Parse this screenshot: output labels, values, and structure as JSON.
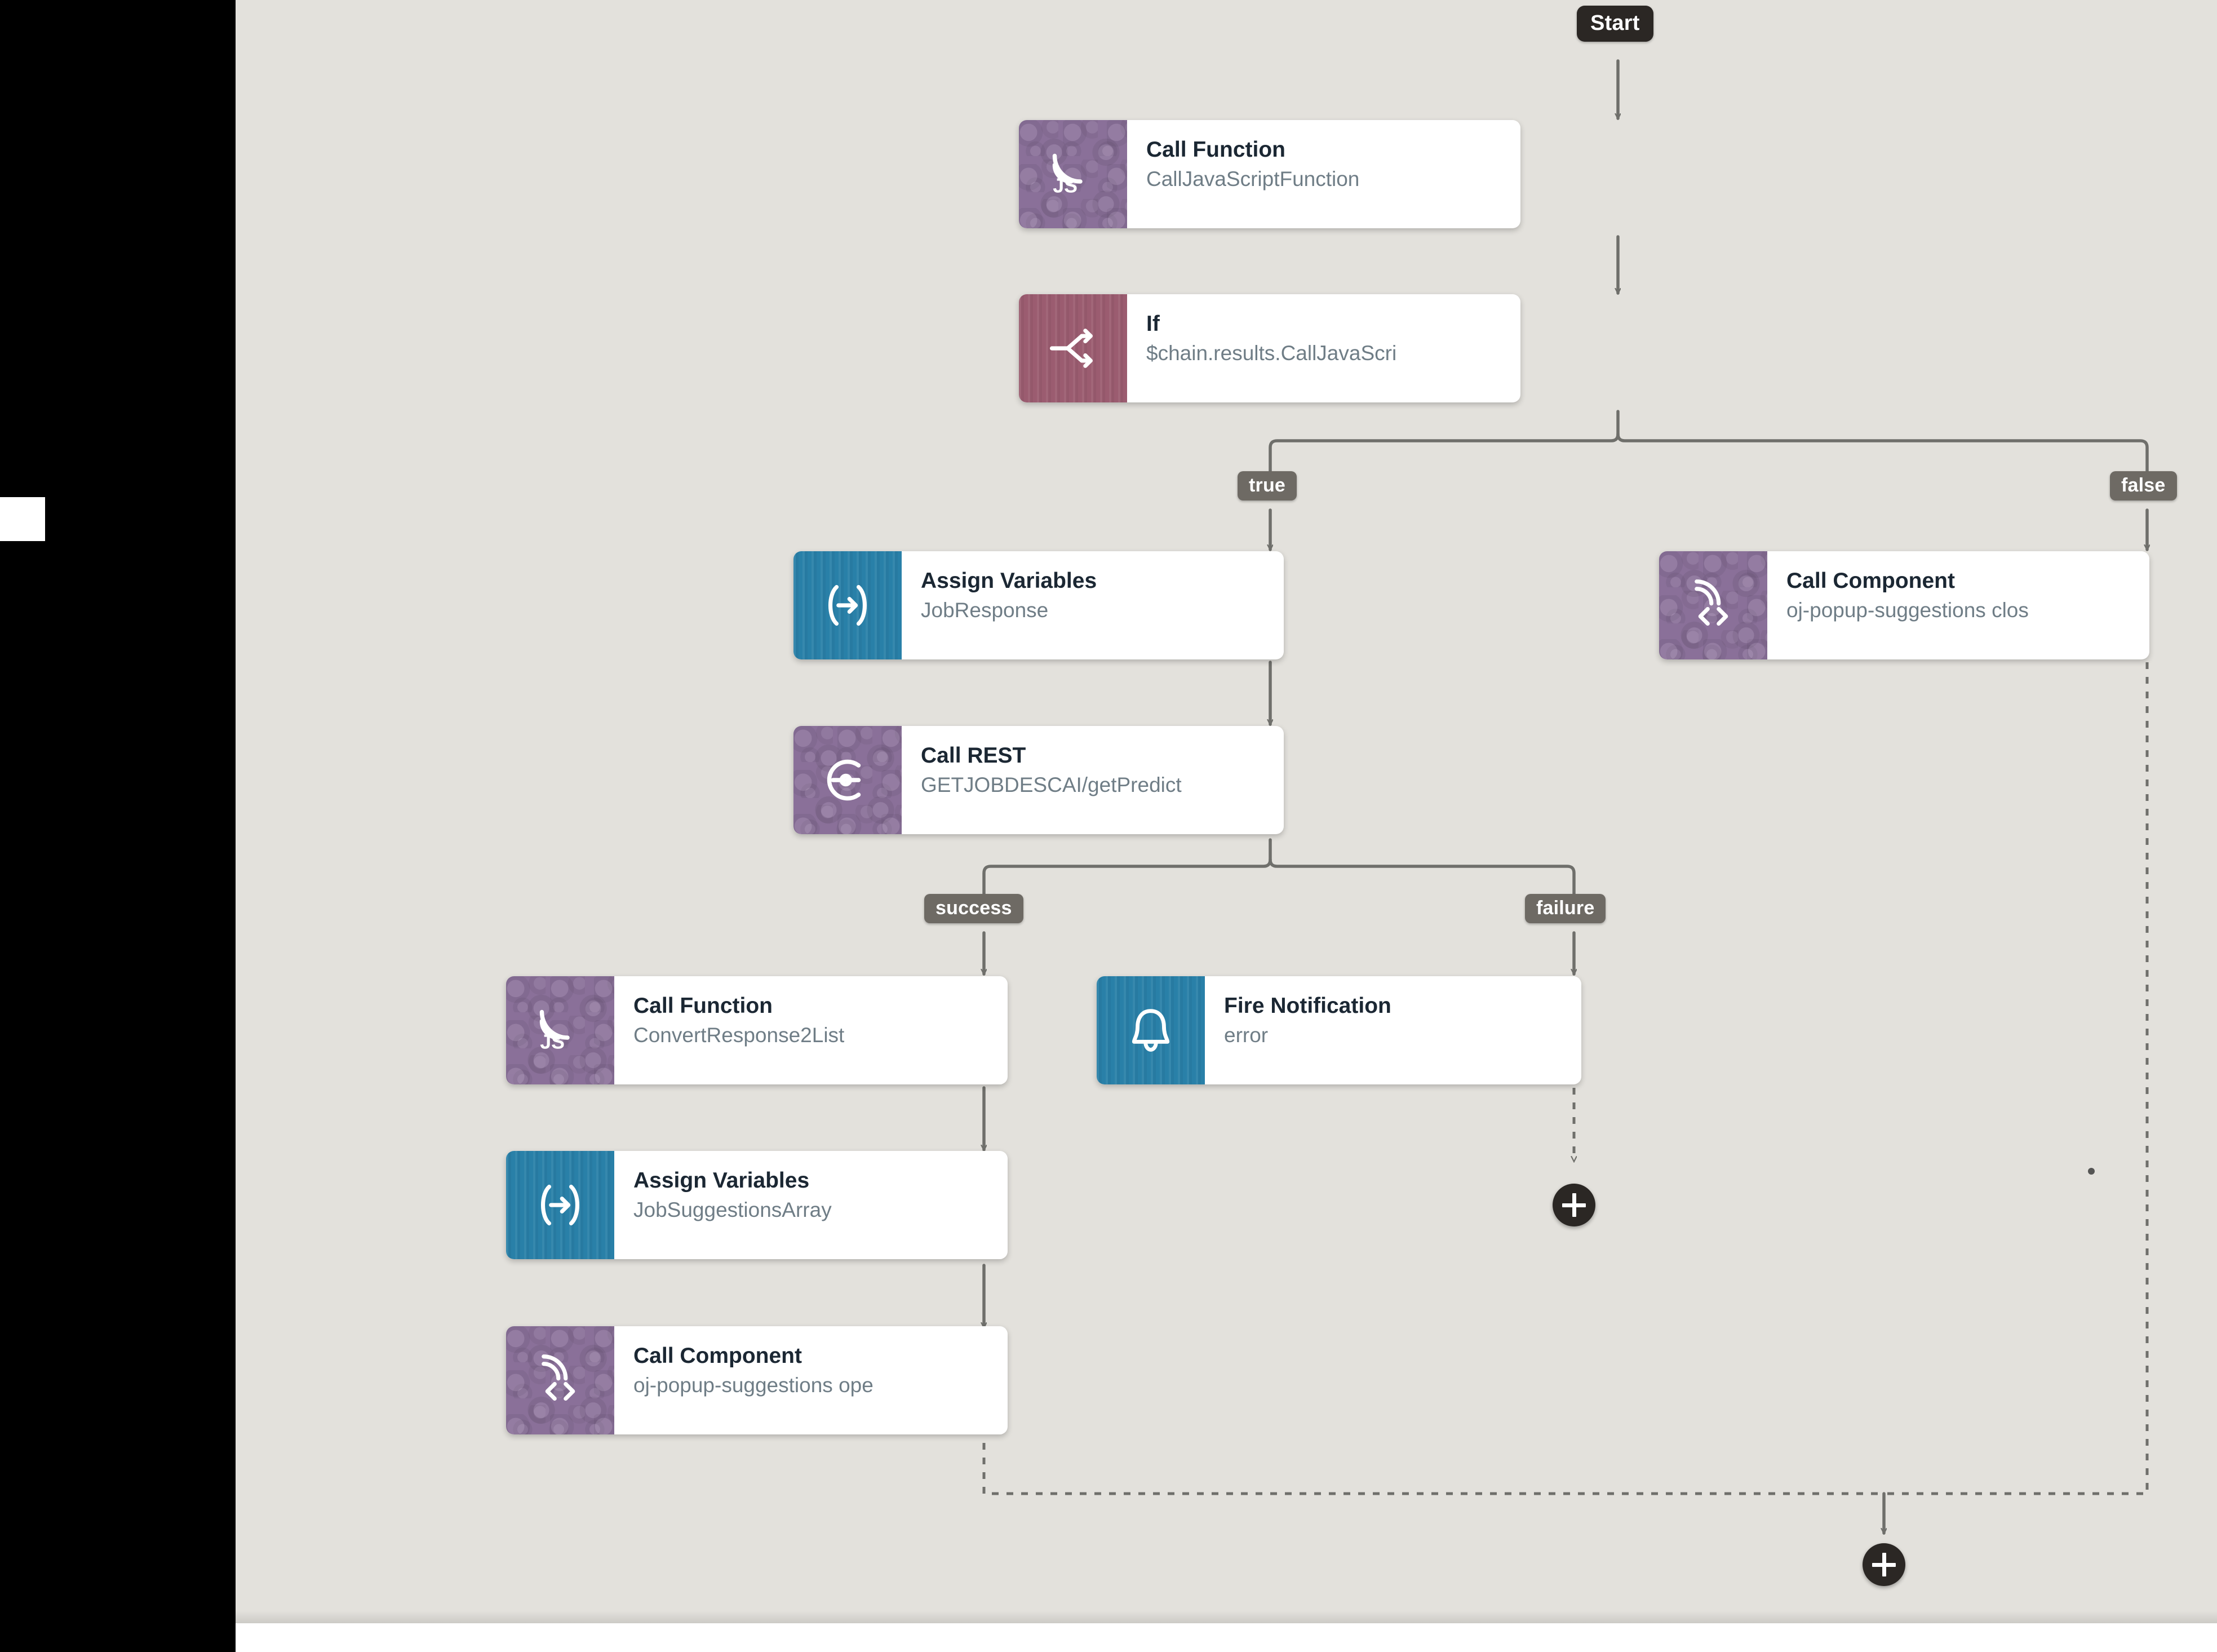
{
  "canvas": {
    "background_color": "#e3e1dc",
    "gutter_color": "#000000"
  },
  "palette": {
    "tile_purple": "#8a7099",
    "tile_blue": "#2980a8",
    "tile_maroon": "#9b5c70",
    "pill_gray": "#6e6a64",
    "pill_dark": "#2b2724",
    "connector_gray": "#6f6f6b",
    "title_color": "#1b2733",
    "subtitle_color": "#6f7d86"
  },
  "start": {
    "label": "Start"
  },
  "nodes": [
    {
      "id": "call-function-calljavascriptfunction",
      "title": "Call Function",
      "subtitle": "CallJavaScriptFunction",
      "icon": "js-function-icon",
      "tile_color": "#8a7099"
    },
    {
      "id": "if-condition",
      "title": "If",
      "subtitle": "$chain.results.CallJavaScri",
      "icon": "branch-icon",
      "tile_color": "#9b5c70"
    },
    {
      "id": "assign-variables-jobresponse",
      "title": "Assign Variables",
      "subtitle": "JobResponse",
      "icon": "assign-variables-icon",
      "tile_color": "#2980a8"
    },
    {
      "id": "call-component-close",
      "title": "Call Component",
      "subtitle": "oj-popup-suggestions clos",
      "icon": "component-icon",
      "tile_color": "#8a7099"
    },
    {
      "id": "call-rest-getjobdescai",
      "title": "Call REST",
      "subtitle": "GETJOBDESCAI/getPredict",
      "icon": "rest-endpoint-icon",
      "tile_color": "#8a7099"
    },
    {
      "id": "call-function-convertresponse2list",
      "title": "Call Function",
      "subtitle": "ConvertResponse2List",
      "icon": "js-function-icon",
      "tile_color": "#8a7099"
    },
    {
      "id": "fire-notification-error",
      "title": "Fire Notification",
      "subtitle": "error",
      "icon": "bell-icon",
      "tile_color": "#2980a8"
    },
    {
      "id": "assign-variables-jobsuggestionsarray",
      "title": "Assign Variables",
      "subtitle": "JobSuggestionsArray",
      "icon": "assign-variables-icon",
      "tile_color": "#2980a8"
    },
    {
      "id": "call-component-open",
      "title": "Call Component",
      "subtitle": "oj-popup-suggestions ope",
      "icon": "component-icon",
      "tile_color": "#8a7099"
    }
  ],
  "edge_labels": {
    "true": "true",
    "false": "false",
    "success": "success",
    "failure": "failure"
  },
  "add_buttons": [
    {
      "id": "add-step-after-fire-notification",
      "label": "+"
    },
    {
      "id": "add-step-end-of-chain",
      "label": "+"
    }
  ]
}
